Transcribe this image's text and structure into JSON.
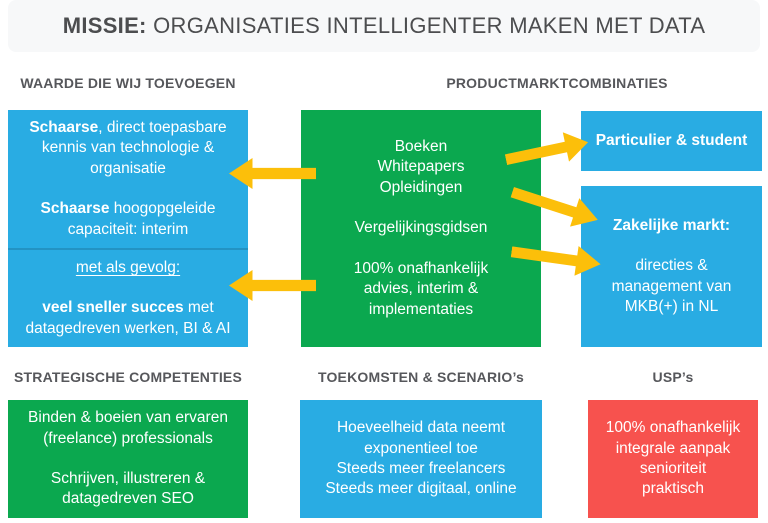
{
  "title": {
    "prefix": "MISSIE:",
    "main": "ORGANISATIES INTELLIGENTER MAKEN MET DATA"
  },
  "colors": {
    "blue": "#29ACE3",
    "green": "#0BA84F",
    "yellow": "#FCBF0A",
    "red": "#F7524E",
    "heading_gray": "#56575B",
    "band_gray": "#F7F8F9",
    "title_gray": "#4C4D4F"
  },
  "headings": {
    "value_add": "WAARDE DIE WIJ TOEVOEGEN",
    "product_market": "PRODUCTMARKTCOMBINATIES",
    "competencies": "STRATEGISCHE COMPETENTIES",
    "futures": "TOEKOMSTEN & SCENARIO’s",
    "usps": "USP’s"
  },
  "value_add_box": {
    "knowledge_bold": "Schaarse",
    "knowledge_rest": ", direct toepasbare kennis van technologie & organisatie",
    "capacity_bold": "Schaarse",
    "capacity_rest": " hoogopgeleide capaciteit: interim",
    "result_lead": "met als gevolg:",
    "result_bold": "veel sneller succes",
    "result_rest": " met datagedreven werken, BI & AI"
  },
  "offer_box": {
    "group1": [
      "Boeken",
      "Whitepapers",
      "Opleidingen"
    ],
    "group2": "Vergelijkingsgidsen",
    "group3": [
      "100% onafhankelijk",
      "advies, interim &",
      "implementaties"
    ]
  },
  "markets": {
    "consumer": "Particulier & student",
    "business_title": "Zakelijke markt:",
    "business_lines": [
      "directies &",
      "management van",
      "MKB(+) in NL"
    ]
  },
  "competencies_box": {
    "p1": [
      "Binden & boeien van ervaren",
      "(freelance) professionals"
    ],
    "p2": [
      "Schrijven, illustreren &",
      "datagedreven SEO"
    ]
  },
  "futures_box": {
    "lines": [
      "Hoeveelheid data neemt",
      "exponentieel toe",
      "Steeds meer freelancers",
      "Steeds meer digitaal, online"
    ]
  },
  "usp_box": {
    "lines": [
      "100% onafhankelijk",
      "integrale aanpak",
      "senioriteit",
      "praktisch"
    ]
  }
}
